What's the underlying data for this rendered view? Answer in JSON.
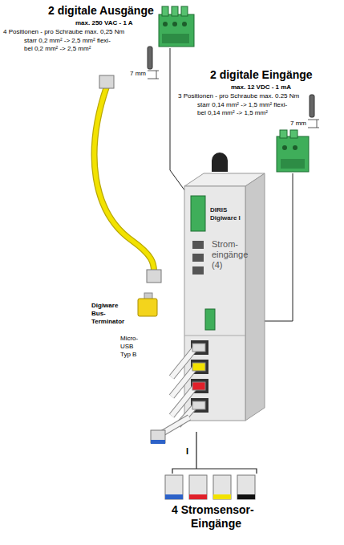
{
  "diagram": {
    "labels": [
      "2 digitale Ausgänge",
      "max. 250 VAC - 1 A",
      "4 Positionen - pro Schraube max. 0,25 Nm",
      "starr 0,2 mm² -> 2,5 mm² flexi-",
      "bel 0,2 mm² -> 2,5 mm²",
      "7 mm",
      "2 digitale Eingänge",
      "max. 12 VDC - 1 mA",
      "3 Positionen - pro Schraube max. 0.25 Nm",
      "starr 0,14 mm² -> 1,5 mm² flexi-",
      "bel 0,14 mm² -> 1,5 mm²",
      "7 mm",
      "DIRIS",
      "Digiware I",
      "Strom-",
      "eingänge",
      "(4)",
      "Digiware",
      "Bus-",
      "Terminator",
      "Micro-",
      "USB",
      "Typ B",
      "I",
      "4 Stromsensor-",
      "Eingänge"
    ]
  }
}
